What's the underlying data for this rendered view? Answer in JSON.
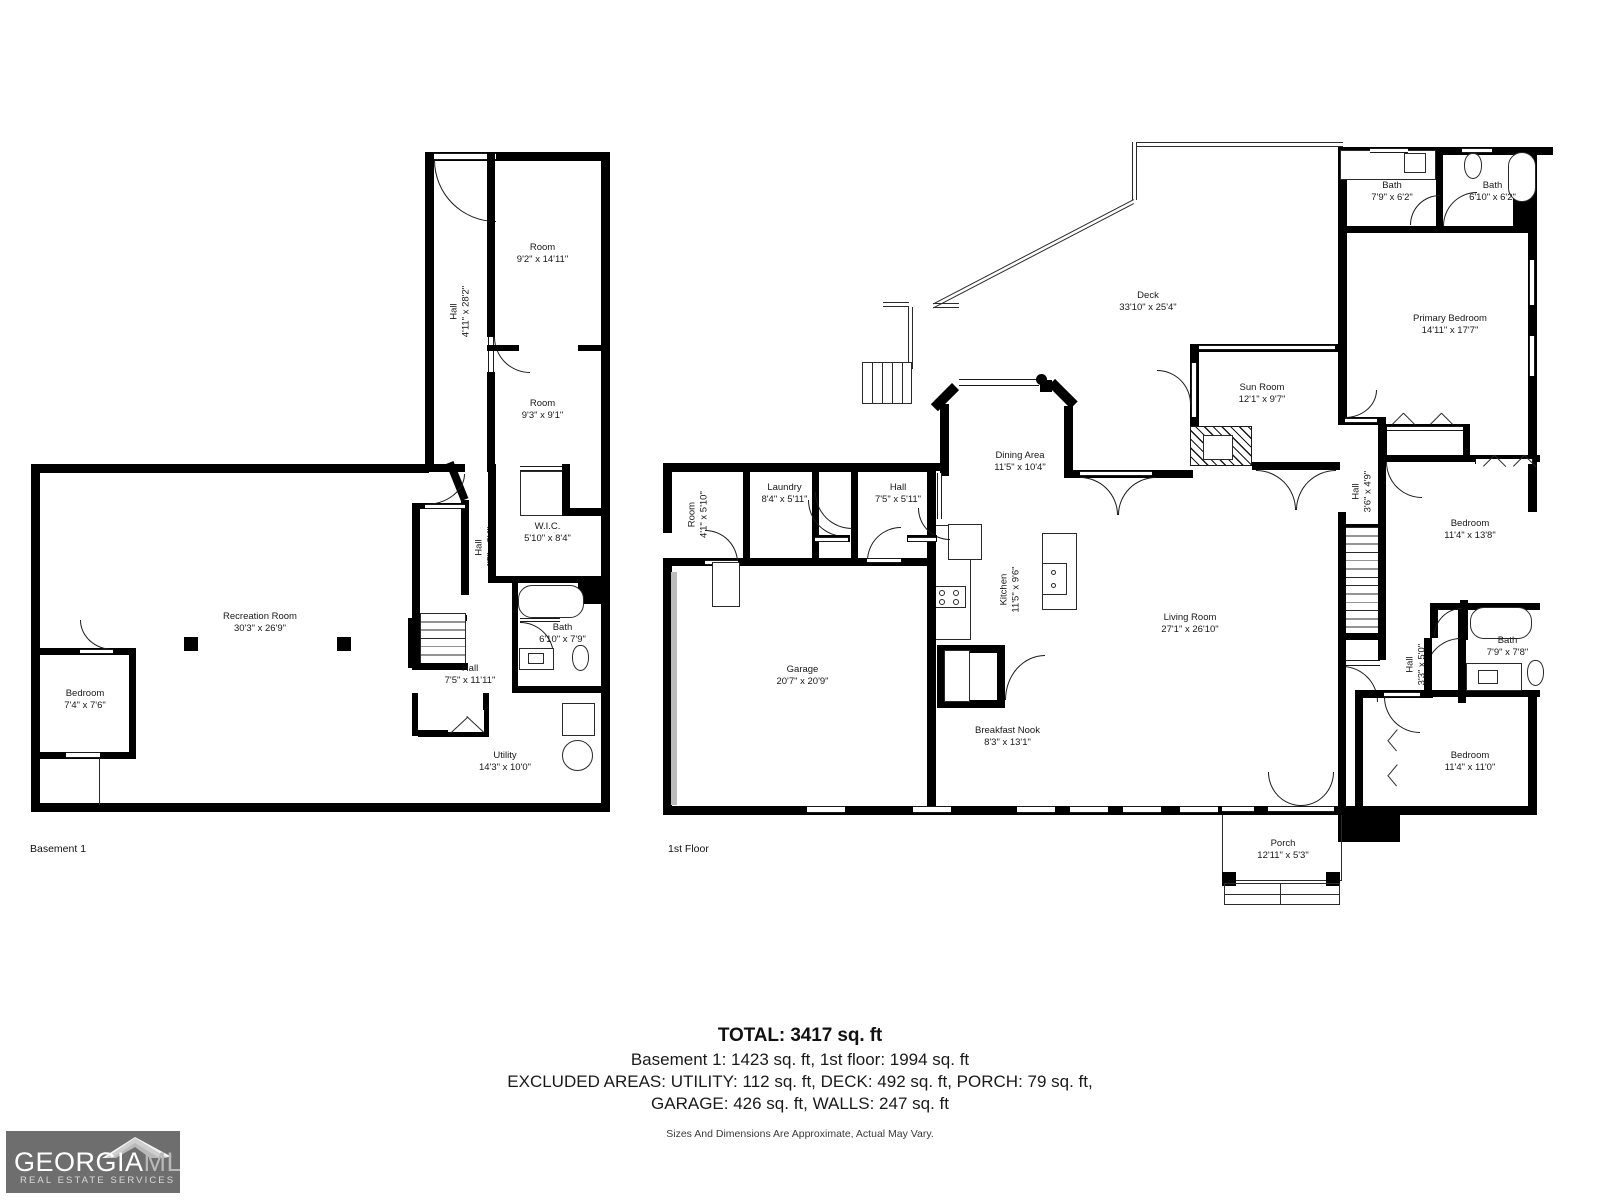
{
  "document": {
    "type": "real-estate-floor-plan",
    "floors": [
      {
        "id": "basement",
        "title": "Basement 1"
      },
      {
        "id": "first",
        "title": "1st Floor"
      }
    ]
  },
  "basement": {
    "title": "Basement 1",
    "rooms": [
      {
        "name": "Room",
        "dim": "9'2\" x 14'11\""
      },
      {
        "name": "Room",
        "dim": "9'3\" x 9'1\""
      },
      {
        "name": "Hall",
        "dim": "4'11\" x 28'2\"",
        "vertical": true
      },
      {
        "name": "Hall",
        "dim": "4'5\" x 8'4\"",
        "vertical": true
      },
      {
        "name": "W.I.C.",
        "dim": "5'10\" x 8'4\""
      },
      {
        "name": "Bath",
        "dim": "6'10\" x 7'9\""
      },
      {
        "name": "Hall",
        "dim": "7'5\" x 11'11\""
      },
      {
        "name": "Utility",
        "dim": "14'3\" x 10'0\""
      },
      {
        "name": "Recreation Room",
        "dim": "30'3\" x 26'9\""
      },
      {
        "name": "Bedroom",
        "dim": "7'4\" x 7'6\""
      }
    ]
  },
  "first_floor": {
    "title": "1st Floor",
    "rooms": [
      {
        "name": "Deck",
        "dim": "33'10\" x 25'4\""
      },
      {
        "name": "Sun Room",
        "dim": "12'1\" x 9'7\""
      },
      {
        "name": "Bath",
        "dim": "7'9\" x 6'2\""
      },
      {
        "name": "Bath",
        "dim": "6'10\" x 6'2\""
      },
      {
        "name": "Primary Bedroom",
        "dim": "14'11\" x 17'7\""
      },
      {
        "name": "Bedroom",
        "dim": "11'4\" x 13'8\""
      },
      {
        "name": "Bedroom",
        "dim": "11'4\" x 11'0\""
      },
      {
        "name": "Bath",
        "dim": "7'9\" x 7'8\""
      },
      {
        "name": "Hall",
        "dim": "3'6\" x 4'9\"",
        "vertical": true
      },
      {
        "name": "Hall",
        "dim": "3'3\" x 5'0\"",
        "vertical": true
      },
      {
        "name": "Dining Area",
        "dim": "11'5\" x 10'4\""
      },
      {
        "name": "Kitchen",
        "dim": "11'5\" x 9'6\"",
        "vertical": true
      },
      {
        "name": "Living Room",
        "dim": "27'1\" x 26'10\""
      },
      {
        "name": "Breakfast Nook",
        "dim": "8'3\" x 13'1\""
      },
      {
        "name": "Garage",
        "dim": "20'7\" x 20'9\""
      },
      {
        "name": "Laundry",
        "dim": "8'4\" x 5'11\""
      },
      {
        "name": "Hall",
        "dim": "7'5\" x 5'11\""
      },
      {
        "name": "Room",
        "dim": "4'1\" x 5'10\"",
        "vertical": true
      },
      {
        "name": "Porch",
        "dim": "12'11\" x 5'3\""
      }
    ]
  },
  "summary": {
    "total": "TOTAL: 3417 sq. ft",
    "breakdown": "Basement 1: 1423 sq. ft, 1st floor: 1994 sq. ft",
    "excluded_line1": "EXCLUDED AREAS: UTILITY: 112 sq. ft, DECK: 492 sq. ft, PORCH: 79 sq. ft,",
    "excluded_line2": "GARAGE: 426 sq. ft, WALLS: 247 sq. ft",
    "disclaimer": "Sizes And Dimensions Are Approximate, Actual May Vary."
  },
  "logo": {
    "brand_part1": "GEORGIA",
    "brand_part2": "MLS",
    "tagline": "REAL ESTATE SERVICES",
    "bg_color": "#6e6e6e"
  },
  "colors": {
    "wall": "#000000",
    "thin_line": "#2b2b2b",
    "text": "#181818",
    "background": "#ffffff"
  }
}
